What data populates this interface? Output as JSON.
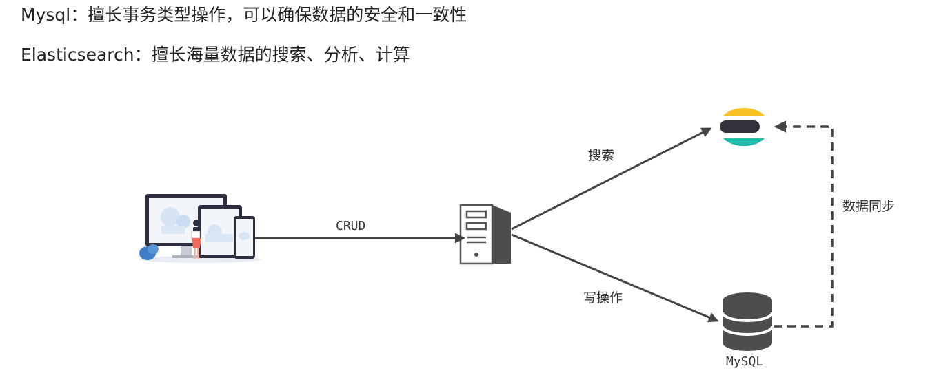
{
  "text_lines": [
    "Mysql：擅长事务类型操作，可以确保数据的安全和一致性",
    "Elasticsearch：擅长海量数据的搜索、分析、计算"
  ],
  "diagram": {
    "edges": {
      "crud": "CRUD",
      "search": "搜索",
      "write": "写操作",
      "sync": "数据同步"
    },
    "nodes": {
      "database": "MySQL"
    }
  },
  "colors": {
    "arrow": "#444444",
    "es_yellow": "#f7c325",
    "es_teal": "#1dbfac",
    "es_dark": "#333340",
    "db_dark": "#4d4d4d",
    "client_blue": "#3d7dc9"
  }
}
